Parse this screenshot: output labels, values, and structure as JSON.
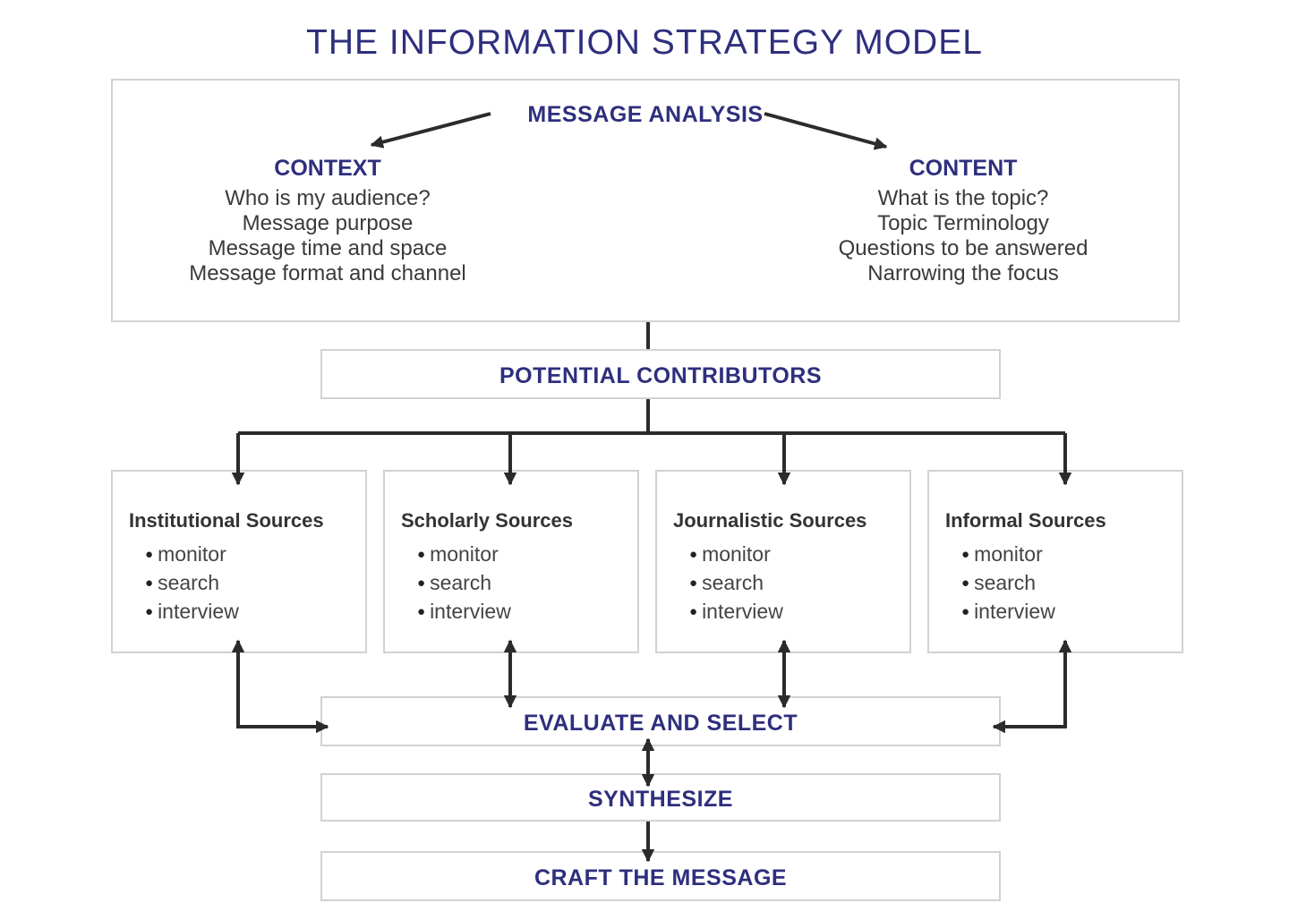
{
  "title": "THE INFORMATION STRATEGY MODEL",
  "message_analysis": {
    "heading": "MESSAGE ANALYSIS",
    "context": {
      "heading": "CONTEXT",
      "items": [
        "Who is my audience?",
        "Message purpose",
        "Message time and space",
        "Message format and channel"
      ]
    },
    "content": {
      "heading": "CONTENT",
      "items": [
        "What is the topic?",
        "Topic Terminology",
        "Questions to be answered",
        "Narrowing the focus"
      ]
    }
  },
  "potential_contributors": "POTENTIAL CONTRIBUTORS",
  "sources": [
    {
      "title": "Institutional Sources",
      "items": [
        "monitor",
        "search",
        "interview"
      ]
    },
    {
      "title": "Scholarly Sources",
      "items": [
        "monitor",
        "search",
        "interview"
      ]
    },
    {
      "title": "Journalistic Sources",
      "items": [
        "monitor",
        "search",
        "interview"
      ]
    },
    {
      "title": "Informal Sources",
      "items": [
        "monitor",
        "search",
        "interview"
      ]
    }
  ],
  "evaluate": "EVALUATE AND SELECT",
  "synthesize": "SYNTHESIZE",
  "craft": "CRAFT THE MESSAGE"
}
